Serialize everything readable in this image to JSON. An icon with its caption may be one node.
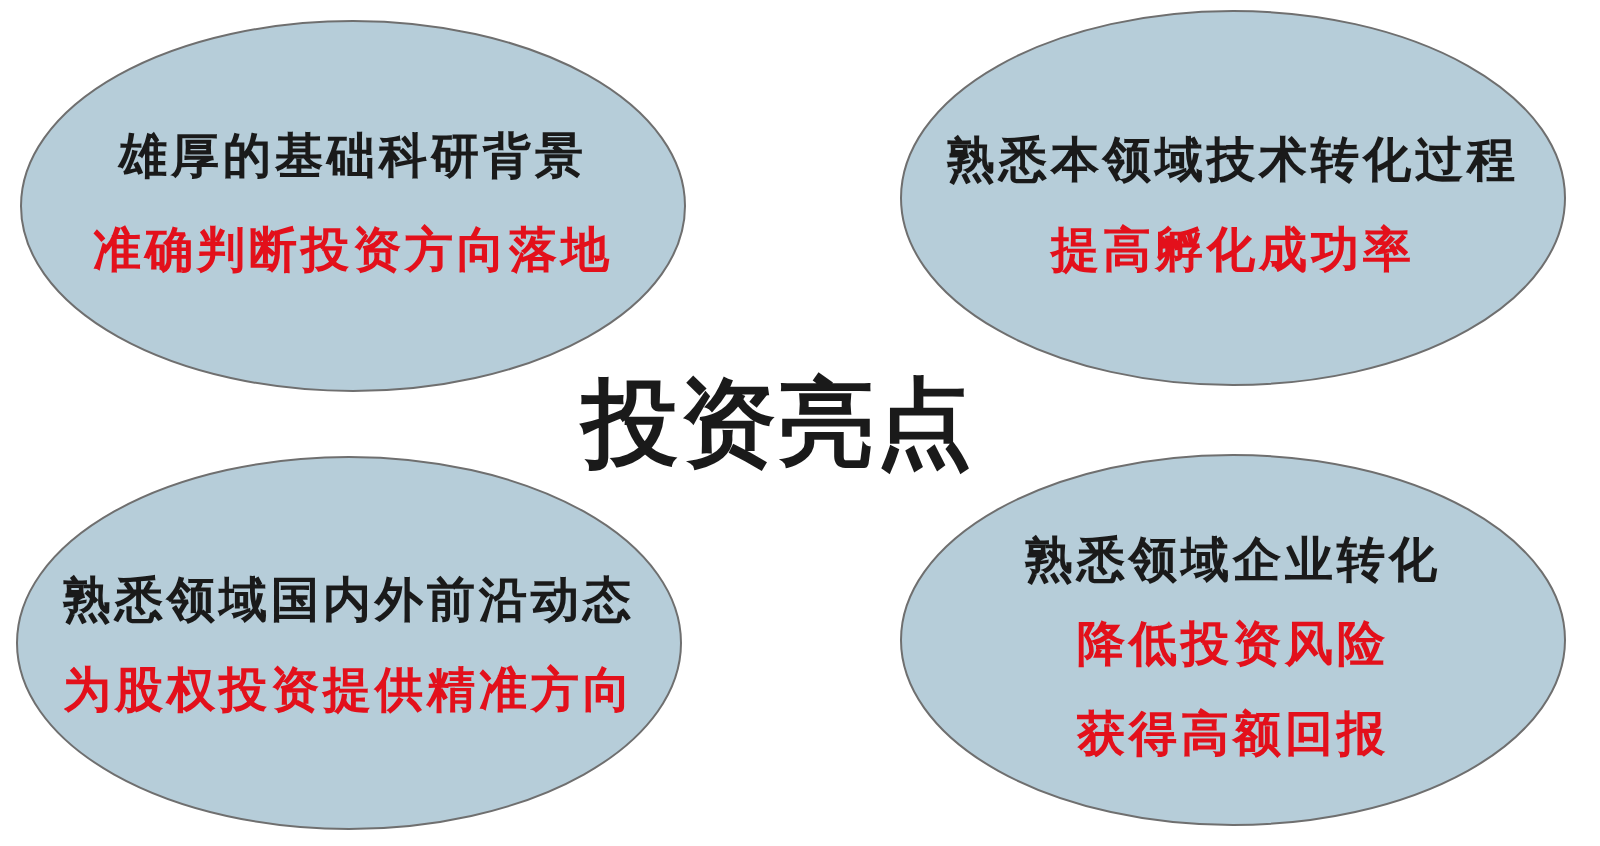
{
  "diagram": {
    "title": "投资亮点",
    "nodes": [
      {
        "text": [
          "雄厚的基础科研背景",
          "准确判断投资方向落地"
        ]
      },
      {
        "text": [
          "熟悉本领域技术转化过程",
          "提高孵化成功率"
        ]
      },
      {
        "text": [
          "熟悉领域国内外前沿动态",
          "为股权投资提供精准方向"
        ]
      },
      {
        "text": [
          "熟悉领域企业转化",
          "降低投资风险",
          "获得高额回报"
        ]
      }
    ]
  }
}
